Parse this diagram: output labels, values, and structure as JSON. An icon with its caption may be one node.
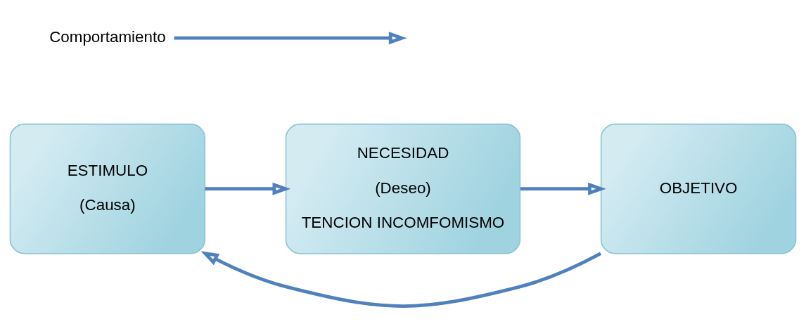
{
  "diagram": {
    "nodes": [
      {
        "text": [
          "ESTIMULO",
          "(Causa)"
        ]
      },
      {
        "text": [
          "NECESIDAD",
          "(Deseo)",
          "TENCION INCOMFOMISMO"
        ]
      },
      {
        "text": [
          "OBJETIVO"
        ]
      },
      {
        "text": [
          "Comportamiento"
        ]
      }
    ],
    "edges": [
      {
        "from": 0,
        "to": 1,
        "arrow": "to"
      },
      {
        "from": 1,
        "to": 2,
        "arrow": "to"
      },
      {
        "from": 3,
        "to": null,
        "arrow": "to"
      },
      {
        "from": 2,
        "to": 0,
        "arrow": "to"
      }
    ]
  }
}
